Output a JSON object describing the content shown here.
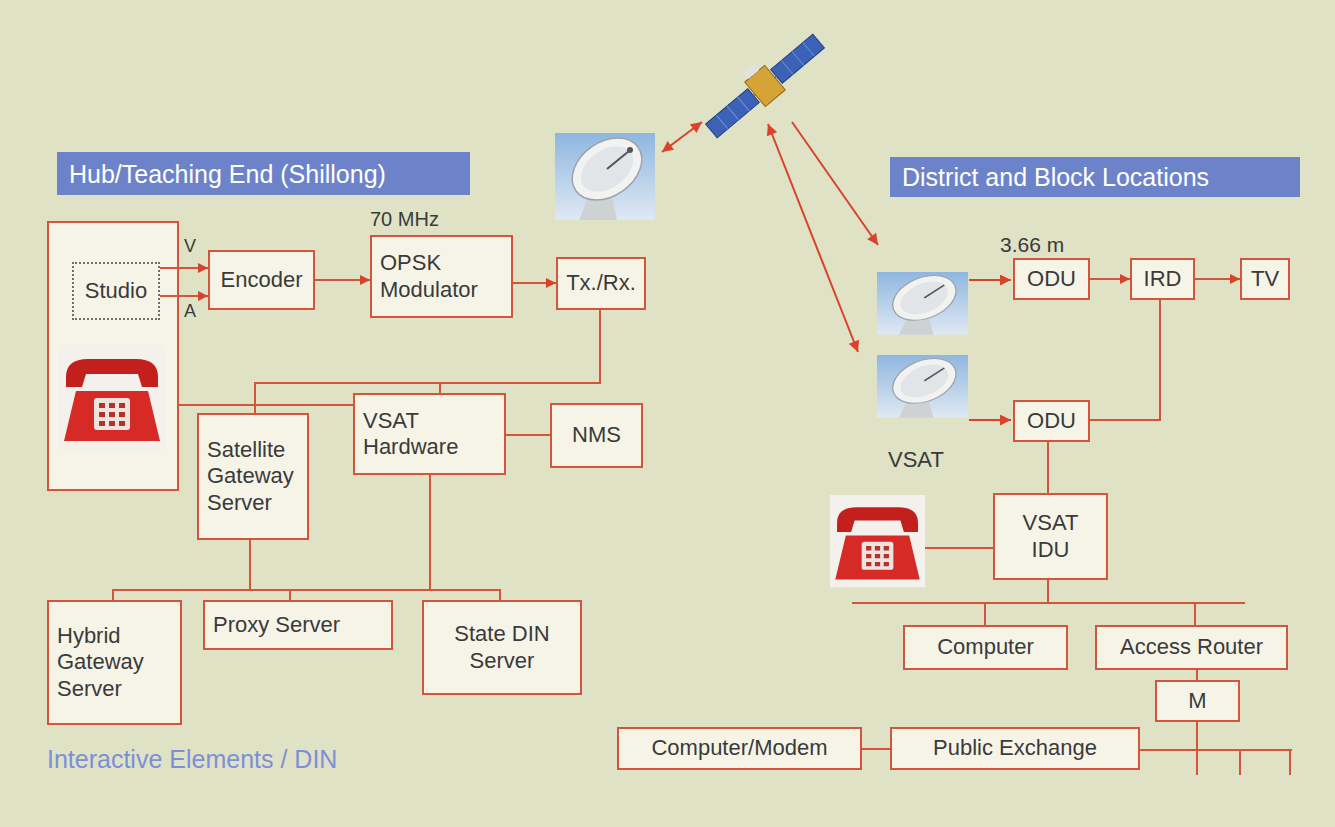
{
  "diagram": {
    "nodes": [
      {
        "text": [
          "Hub/Teaching End (Shillong)"
        ]
      },
      {
        "text": [
          "District and Block Locations"
        ]
      },
      {
        "text": [
          "Studio"
        ]
      },
      {
        "text": [
          "Encoder"
        ]
      },
      {
        "text": [
          "OPSK Modulator"
        ]
      },
      {
        "text": [
          "Tx./Rx."
        ]
      },
      {
        "text": [
          "VSAT Hardware"
        ]
      },
      {
        "text": [
          "NMS"
        ]
      },
      {
        "text": [
          "Satellite Gateway Server"
        ]
      },
      {
        "text": [
          "Hybrid Gateway Server"
        ]
      },
      {
        "text": [
          "Proxy Server"
        ]
      },
      {
        "text": [
          "State DIN Server"
        ]
      },
      {
        "text": [
          "ODU"
        ]
      },
      {
        "text": [
          "IRD"
        ]
      },
      {
        "text": [
          "TV"
        ]
      },
      {
        "text": [
          "ODU"
        ]
      },
      {
        "text": [
          "VSAT IDU"
        ]
      },
      {
        "text": [
          "Computer"
        ]
      },
      {
        "text": [
          "Access Router"
        ]
      },
      {
        "text": [
          "M"
        ]
      },
      {
        "text": [
          "Public Exchange"
        ]
      },
      {
        "text": [
          "Computer/Modem"
        ]
      }
    ],
    "edges": [
      {
        "from": 2,
        "to": 3,
        "label": "V",
        "arrow": "to"
      },
      {
        "from": 2,
        "to": 3,
        "label": "A",
        "arrow": "to"
      },
      {
        "from": 3,
        "to": 4,
        "arrow": "to"
      },
      {
        "from": 4,
        "to": 5,
        "arrow": "to"
      },
      {
        "from": 5,
        "to": 6,
        "arrow": "none"
      },
      {
        "from": 5,
        "to": 8,
        "arrow": "none"
      },
      {
        "from": 6,
        "to": 7,
        "arrow": "none"
      },
      {
        "from": 6,
        "to": 9,
        "arrow": "none"
      },
      {
        "from": 6,
        "to": 10,
        "arrow": "none"
      },
      {
        "from": 6,
        "to": 11,
        "arrow": "none"
      },
      {
        "from": 8,
        "to": 9,
        "arrow": "none"
      },
      {
        "from": 8,
        "to": 10,
        "arrow": "none"
      },
      {
        "from": 8,
        "to": 11,
        "arrow": "none"
      },
      {
        "from": 12,
        "to": 13,
        "arrow": "to"
      },
      {
        "from": 13,
        "to": 14,
        "arrow": "to"
      },
      {
        "from": 15,
        "to": 13,
        "arrow": "none"
      },
      {
        "from": 15,
        "to": 16,
        "arrow": "none"
      },
      {
        "from": 16,
        "to": 17,
        "arrow": "none"
      },
      {
        "from": 16,
        "to": 18,
        "arrow": "none"
      },
      {
        "from": 18,
        "to": 19,
        "arrow": "none"
      },
      {
        "from": 19,
        "to": 20,
        "arrow": "none"
      },
      {
        "from": 20,
        "to": 21,
        "arrow": "none"
      }
    ],
    "labels": [
      "70 MHz",
      "3.66 m",
      "VSAT",
      "Interactive Elements / DIN"
    ]
  }
}
